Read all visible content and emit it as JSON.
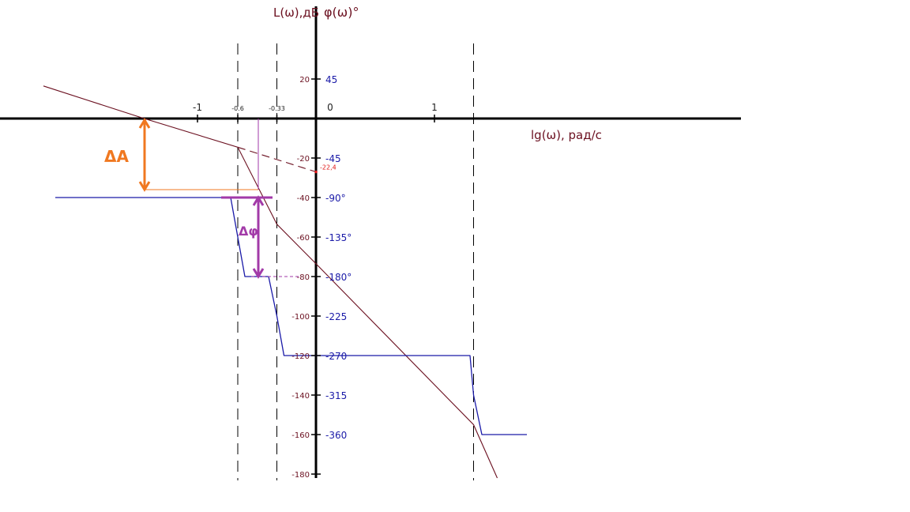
{
  "chart_data": {
    "type": "line",
    "title": "",
    "ylabel_magnitude": "L(ω),дБ",
    "ylabel_phase": "φ(ω)°",
    "xlabel": "lg(ω), рад/с",
    "x_ticks": [
      "-1",
      "-0.6",
      "-0.33",
      "0",
      "1"
    ],
    "x_tick_values": [
      -1,
      -0.66,
      -0.33,
      0,
      1
    ],
    "magnitude_ticks": [
      {
        "label": "20",
        "value": 20
      },
      {
        "label": "-20",
        "value": -20
      },
      {
        "label": "-40",
        "value": -40
      },
      {
        "label": "-60",
        "value": -60
      },
      {
        "label": "-80",
        "value": -80
      },
      {
        "label": "-100",
        "value": -100
      },
      {
        "label": "-120",
        "value": -120
      },
      {
        "label": "-140",
        "value": -140
      },
      {
        "label": "-160",
        "value": -160
      },
      {
        "label": "-180",
        "value": -180
      }
    ],
    "phase_ticks": [
      {
        "label": "45",
        "value": 45
      },
      {
        "label": "-45",
        "value": -45
      },
      {
        "label": "-90°",
        "value": -90
      },
      {
        "label": "-135°",
        "value": -135
      },
      {
        "label": "-180°",
        "value": -180
      },
      {
        "label": "-225",
        "value": -225
      },
      {
        "label": "-270",
        "value": -270
      },
      {
        "label": "-315",
        "value": -315
      },
      {
        "label": "-360",
        "value": -360
      }
    ],
    "breakpoints_lg_omega": [
      -0.66,
      -0.33,
      1.33
    ],
    "series": [
      {
        "kind": "magnitude_asymptote",
        "color": "#6b1020",
        "points": [
          [
            -2.3,
            16.5
          ],
          [
            -1.45,
            0
          ],
          [
            -0.66,
            -14.5
          ],
          [
            -0.33,
            -53.5
          ],
          [
            0,
            -73.5
          ],
          [
            1.33,
            -155
          ],
          [
            1.53,
            -182
          ]
        ]
      },
      {
        "kind": "magnitude_extension",
        "color": "#6b1020",
        "dashed": true,
        "points": [
          [
            -0.66,
            -14.5
          ],
          [
            0,
            -27
          ]
        ]
      },
      {
        "kind": "phase",
        "color": "#1a1aa8",
        "points": [
          [
            -2.2,
            -90
          ],
          [
            -0.72,
            -90
          ],
          [
            -0.66,
            -135
          ],
          [
            -0.6,
            -180
          ],
          [
            -0.4,
            -180
          ],
          [
            -0.33,
            -225
          ],
          [
            -0.27,
            -270
          ],
          [
            1.3,
            -270
          ],
          [
            1.33,
            -315
          ],
          [
            1.4,
            -360
          ],
          [
            1.78,
            -360
          ]
        ]
      }
    ],
    "annotations": {
      "point_label": "-22,4",
      "delta_a": "ΔA",
      "delta_phi": "Δφ"
    },
    "colors": {
      "magnitude": "#6b1020",
      "phase": "#1a1aa8",
      "delta_a": "#f07820",
      "delta_phi": "#a23aa8",
      "point": "#e01818"
    },
    "grid": false
  }
}
